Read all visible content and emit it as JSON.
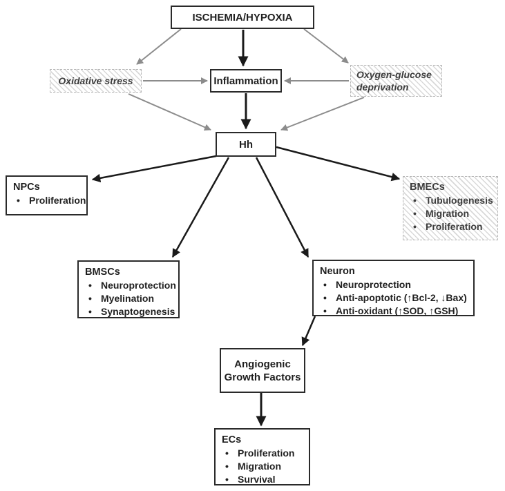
{
  "diagram": {
    "nodes": {
      "ischemia": {
        "label": "ISCHEMIA/HYPOXIA"
      },
      "oxidative": {
        "label": "Oxidative stress"
      },
      "inflammation": {
        "label": "Inflammation"
      },
      "ogd": {
        "label": "Oxygen-glucose deprivation"
      },
      "hh": {
        "label": "Hh"
      },
      "npcs": {
        "title": "NPCs",
        "items": [
          "Proliferation"
        ]
      },
      "bmecs": {
        "title": "BMECs",
        "items": [
          "Tubulogenesis",
          "Migration",
          "Proliferation"
        ]
      },
      "bmscs": {
        "title": "BMSCs",
        "items": [
          "Neuroprotection",
          "Myelination",
          "Synaptogenesis"
        ]
      },
      "neuron": {
        "title": "Neuron",
        "items": [
          "Neuroprotection",
          "Anti-apoptotic (↑Bcl-2, ↓Bax)",
          "Anti-oxidant (↑SOD, ↑GSH)"
        ]
      },
      "agf": {
        "label": "Angiogenic Growth Factors"
      },
      "ecs": {
        "title": "ECs",
        "items": [
          "Proliferation",
          "Migration",
          "Survival"
        ]
      }
    },
    "colors": {
      "black_arrow": "#1a1a1a",
      "gray_arrow": "#8c8c8c",
      "solid_border": "#2a2a2a",
      "hatched_border": "#b4b4b4",
      "hatch_line": "#d8d8d8",
      "text": "#1f1f1f"
    }
  }
}
